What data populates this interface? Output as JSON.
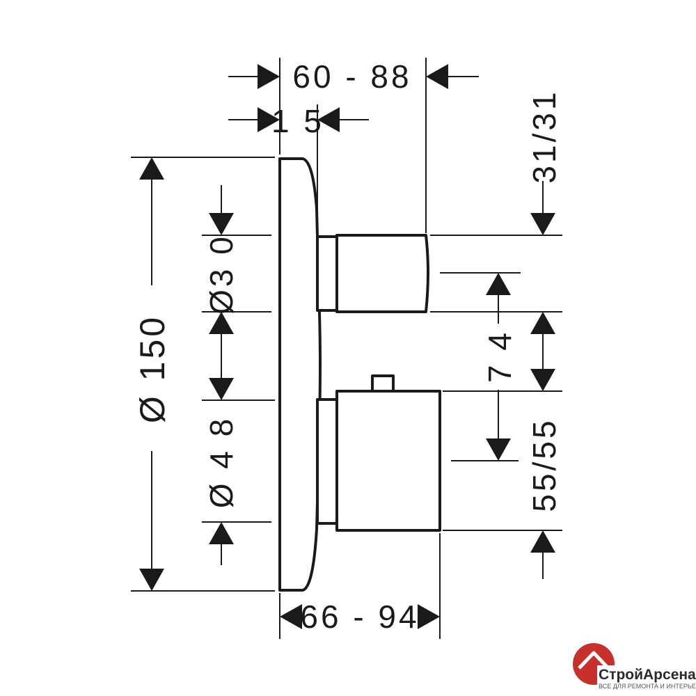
{
  "dimensions": {
    "top_overall": "60 - 88",
    "top_plate": "1 5",
    "bottom_overall": "66 - 94",
    "left_overall": "Ø 150",
    "left_upper": "Ø3 0",
    "left_lower": "Ø 4 8",
    "right_top": "31/31",
    "right_middle": "7 4",
    "right_bottom": "55/55"
  },
  "logo": {
    "brand": "СтройАрсенал",
    "tagline": "ВСЕ ДЛЯ РЕМОНТА И ИНТЕРЬЕРА",
    "colors": {
      "red": "#c8312b",
      "gray": "#9a9a9a"
    }
  }
}
